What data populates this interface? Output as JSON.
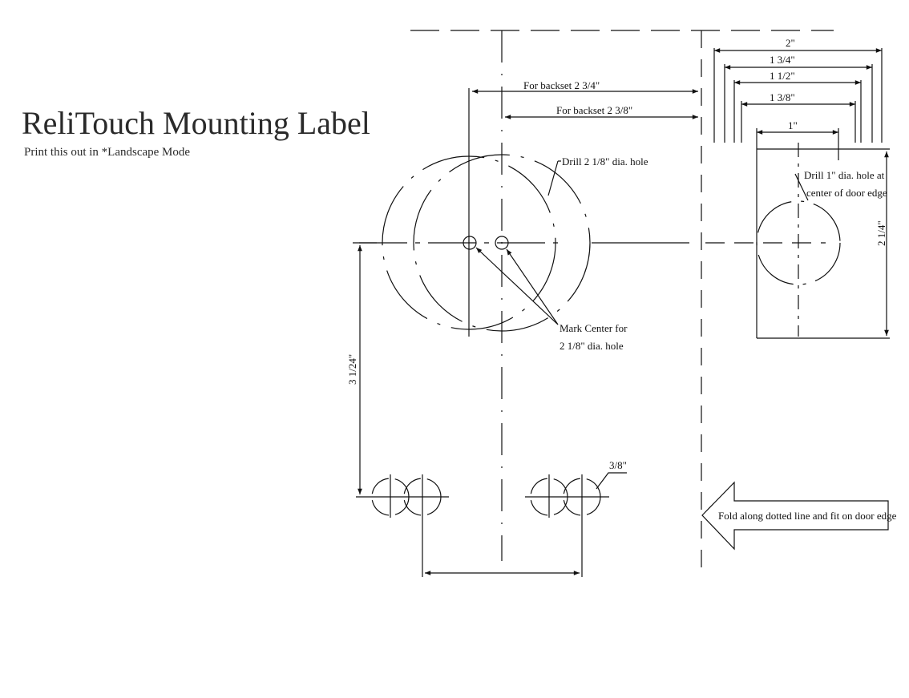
{
  "header": {
    "title": "ReliTouch Mounting Label",
    "subtitle": "Print this out in *Landscape Mode"
  },
  "labels": {
    "backset_234": "For backset 2 3/4\"",
    "backset_238": "For backset 2 3/8\"",
    "drill_218": "Drill 2 1/8\" dia. hole",
    "mark_center_l1": "Mark Center for",
    "mark_center_l2": "2 1/8\" dia. hole",
    "drill_1_l1": "Drill 1\" dia. hole at",
    "drill_1_l2": "center of door edge",
    "dim_2": "2\"",
    "dim_134": "1 3/4\"",
    "dim_112": "1 1/2\"",
    "dim_138": "1 3/8\"",
    "dim_1": "1\"",
    "dim_214": "2 1/4\"",
    "dim_3124": "3 1/24\"",
    "dim_38": "3/8\"",
    "fold": "Fold along dotted line and fit on door edge"
  },
  "colors": {
    "ink": "#111111",
    "background": "#ffffff"
  }
}
